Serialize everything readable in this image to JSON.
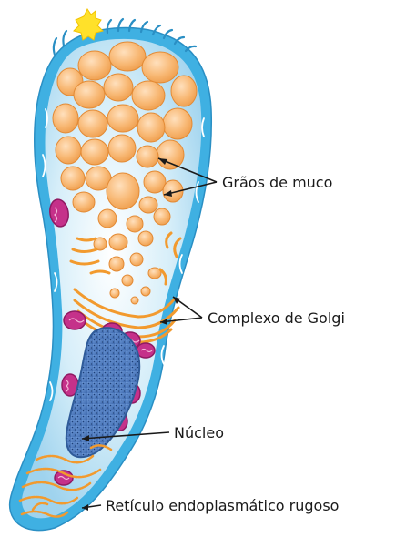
{
  "labels": {
    "mucus_granules": "Grãos de muco",
    "golgi_complex": "Complexo de Golgi",
    "nucleus": "Núcleo",
    "rough_er": "Retículo endoplasmático rugoso"
  },
  "colors": {
    "cell_membrane": "#3fb0e2",
    "cytoplasm": "#cfeaf7",
    "mucus_granule": "#f6b36a",
    "golgi": "#f29a2e",
    "mitochondria": "#c5318a",
    "nucleus": "#4f7fc4",
    "secretion": "#ffe12a",
    "label_text": "#1a1a1a",
    "pointer_line": "#1a1a1a"
  }
}
